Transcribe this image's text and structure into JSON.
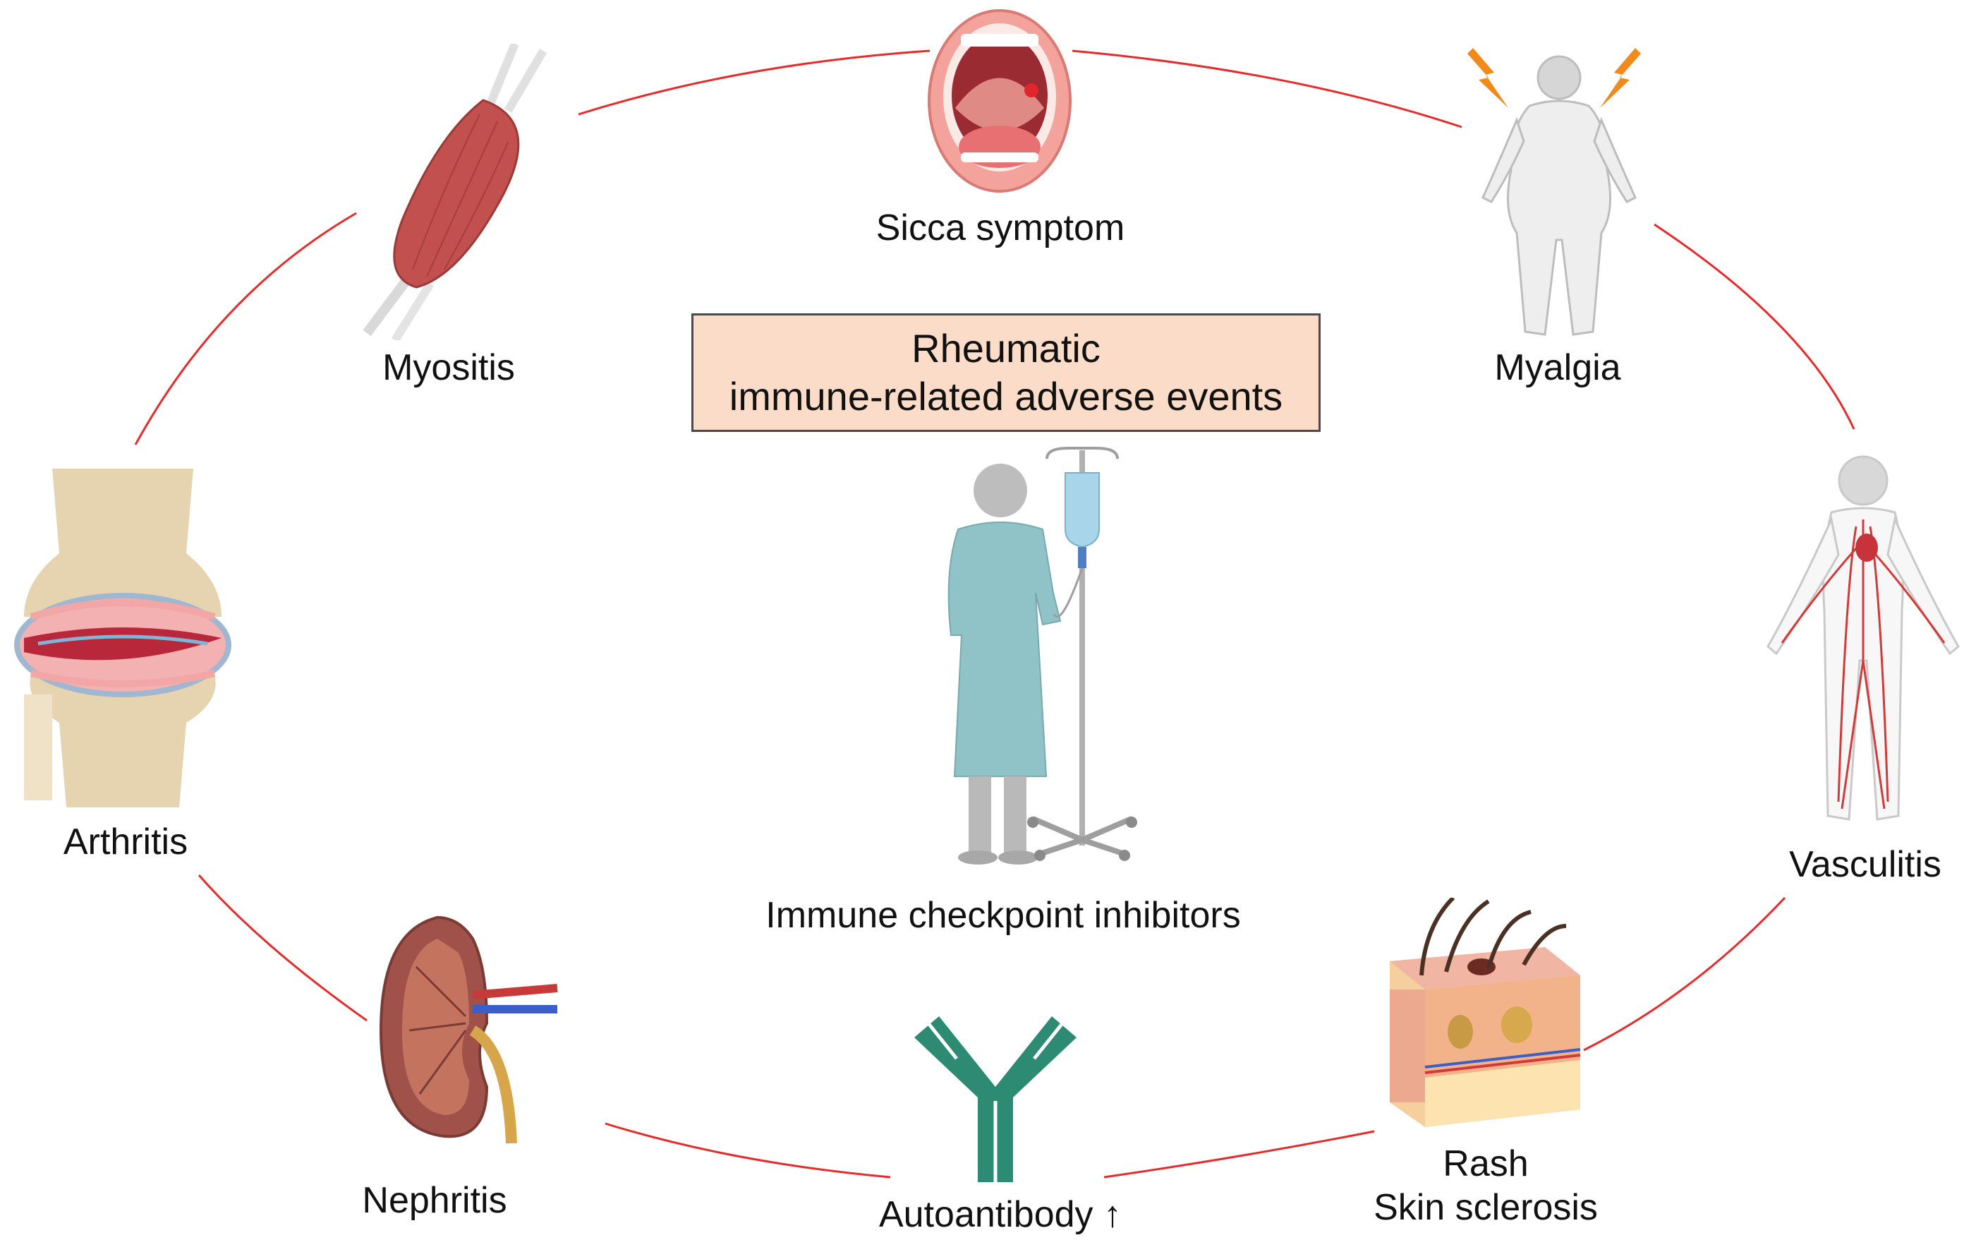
{
  "title_box": {
    "line1": "Rheumatic",
    "line2": "immune-related adverse events"
  },
  "center_label": "Immune checkpoint inhibitors",
  "nodes": {
    "sicca": "Sicca symptom",
    "myalgia": "Myalgia",
    "vasculitis": "Vasculitis",
    "rash_line1": "Rash",
    "rash_line2": "Skin sclerosis",
    "autoantibody": "Autoantibody ↑",
    "nephritis": "Nephritis",
    "arthritis": "Arthritis",
    "myositis": "Myositis"
  },
  "colors": {
    "ring": "#e52b2b",
    "box_fill": "#fbdcc8",
    "antibody": "#2e8b73",
    "gown": "#8fc3c7",
    "muscle": "#c2504e",
    "kidney": "#a0524a"
  },
  "icons": [
    "mouth-icon",
    "woman-body-icon",
    "lightning-icon",
    "circulatory-body-icon",
    "skin-section-icon",
    "antibody-icon",
    "kidney-icon",
    "knee-joint-icon",
    "muscle-icon",
    "patient-icon",
    "iv-stand-icon"
  ]
}
